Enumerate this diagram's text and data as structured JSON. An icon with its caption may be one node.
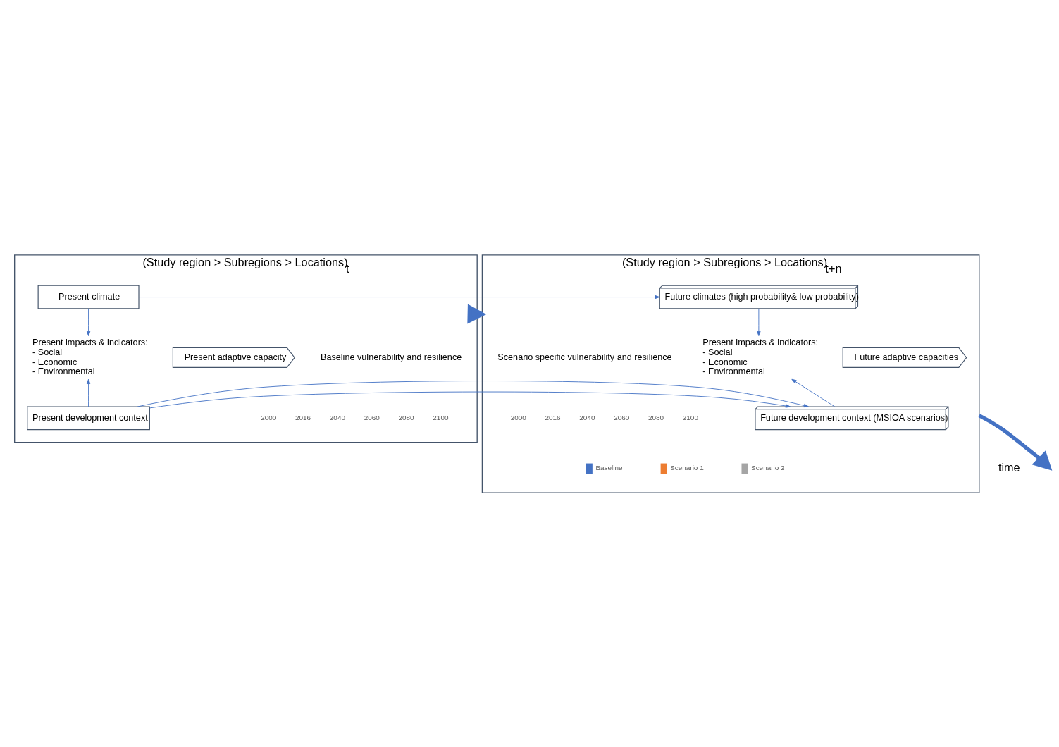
{
  "diagram": {
    "nodes": [
      {
        "text": [
          "(Study region > Subregions > Locations)$_{t}$"
        ]
      },
      {
        "text": [
          "Present climate"
        ],
        "in": 0
      },
      {
        "text": [
          "Present impacts & indicators:",
          "- Social",
          "- Economic",
          "- Environmental"
        ],
        "in": 0
      },
      {
        "text": [
          "Present adaptive capacity"
        ],
        "in": 0
      },
      {
        "text": [
          "Present development context"
        ],
        "in": 0
      },
      {
        "text": [
          "(Study region > Subregions > Locations)$_{t+n}$"
        ]
      },
      {
        "text": [
          "Future climates (high probability& low probability)"
        ],
        "in": 5
      },
      {
        "text": [
          "Present impacts & indicators:",
          "- Social",
          "- Economic",
          "- Environmental"
        ],
        "in": 5
      },
      {
        "text": [
          "Future adaptive capacities"
        ],
        "in": 5
      },
      {
        "text": [
          "Future development context (MSIOA scenarios)"
        ],
        "in": 5
      }
    ],
    "edges": [
      {
        "from": 1,
        "to": 6,
        "arrow": "to"
      },
      {
        "from": 1,
        "to": 2,
        "arrow": "to"
      },
      {
        "from": 6,
        "to": 7,
        "arrow": "to"
      },
      {
        "from": 4,
        "to": 2,
        "arrow": "to"
      },
      {
        "from": 9,
        "to": 7,
        "arrow": "to"
      },
      {
        "from": 4,
        "to": 9,
        "arrow": "to"
      },
      {
        "from": 0,
        "to": 5,
        "arrow": "to",
        "style": "thick"
      },
      {
        "from": 5,
        "to": null,
        "arrow": "to",
        "style": "thick"
      }
    ],
    "labels": [
      "Baseline vulnerability and resilience",
      "2000",
      "2016",
      "2040",
      "2060",
      "2080",
      "2100",
      "Scenario specific vulnerability and resilience",
      "2000",
      "2016",
      "2040",
      "2060",
      "2080",
      "2100",
      "time"
    ],
    "legend": [
      {
        "text": "Baseline",
        "color": "#4472c4"
      },
      {
        "text": "Scenario 1",
        "color": "#ed7d31"
      },
      {
        "text": "Scenario 2",
        "color": "#a5a5a5"
      }
    ]
  }
}
